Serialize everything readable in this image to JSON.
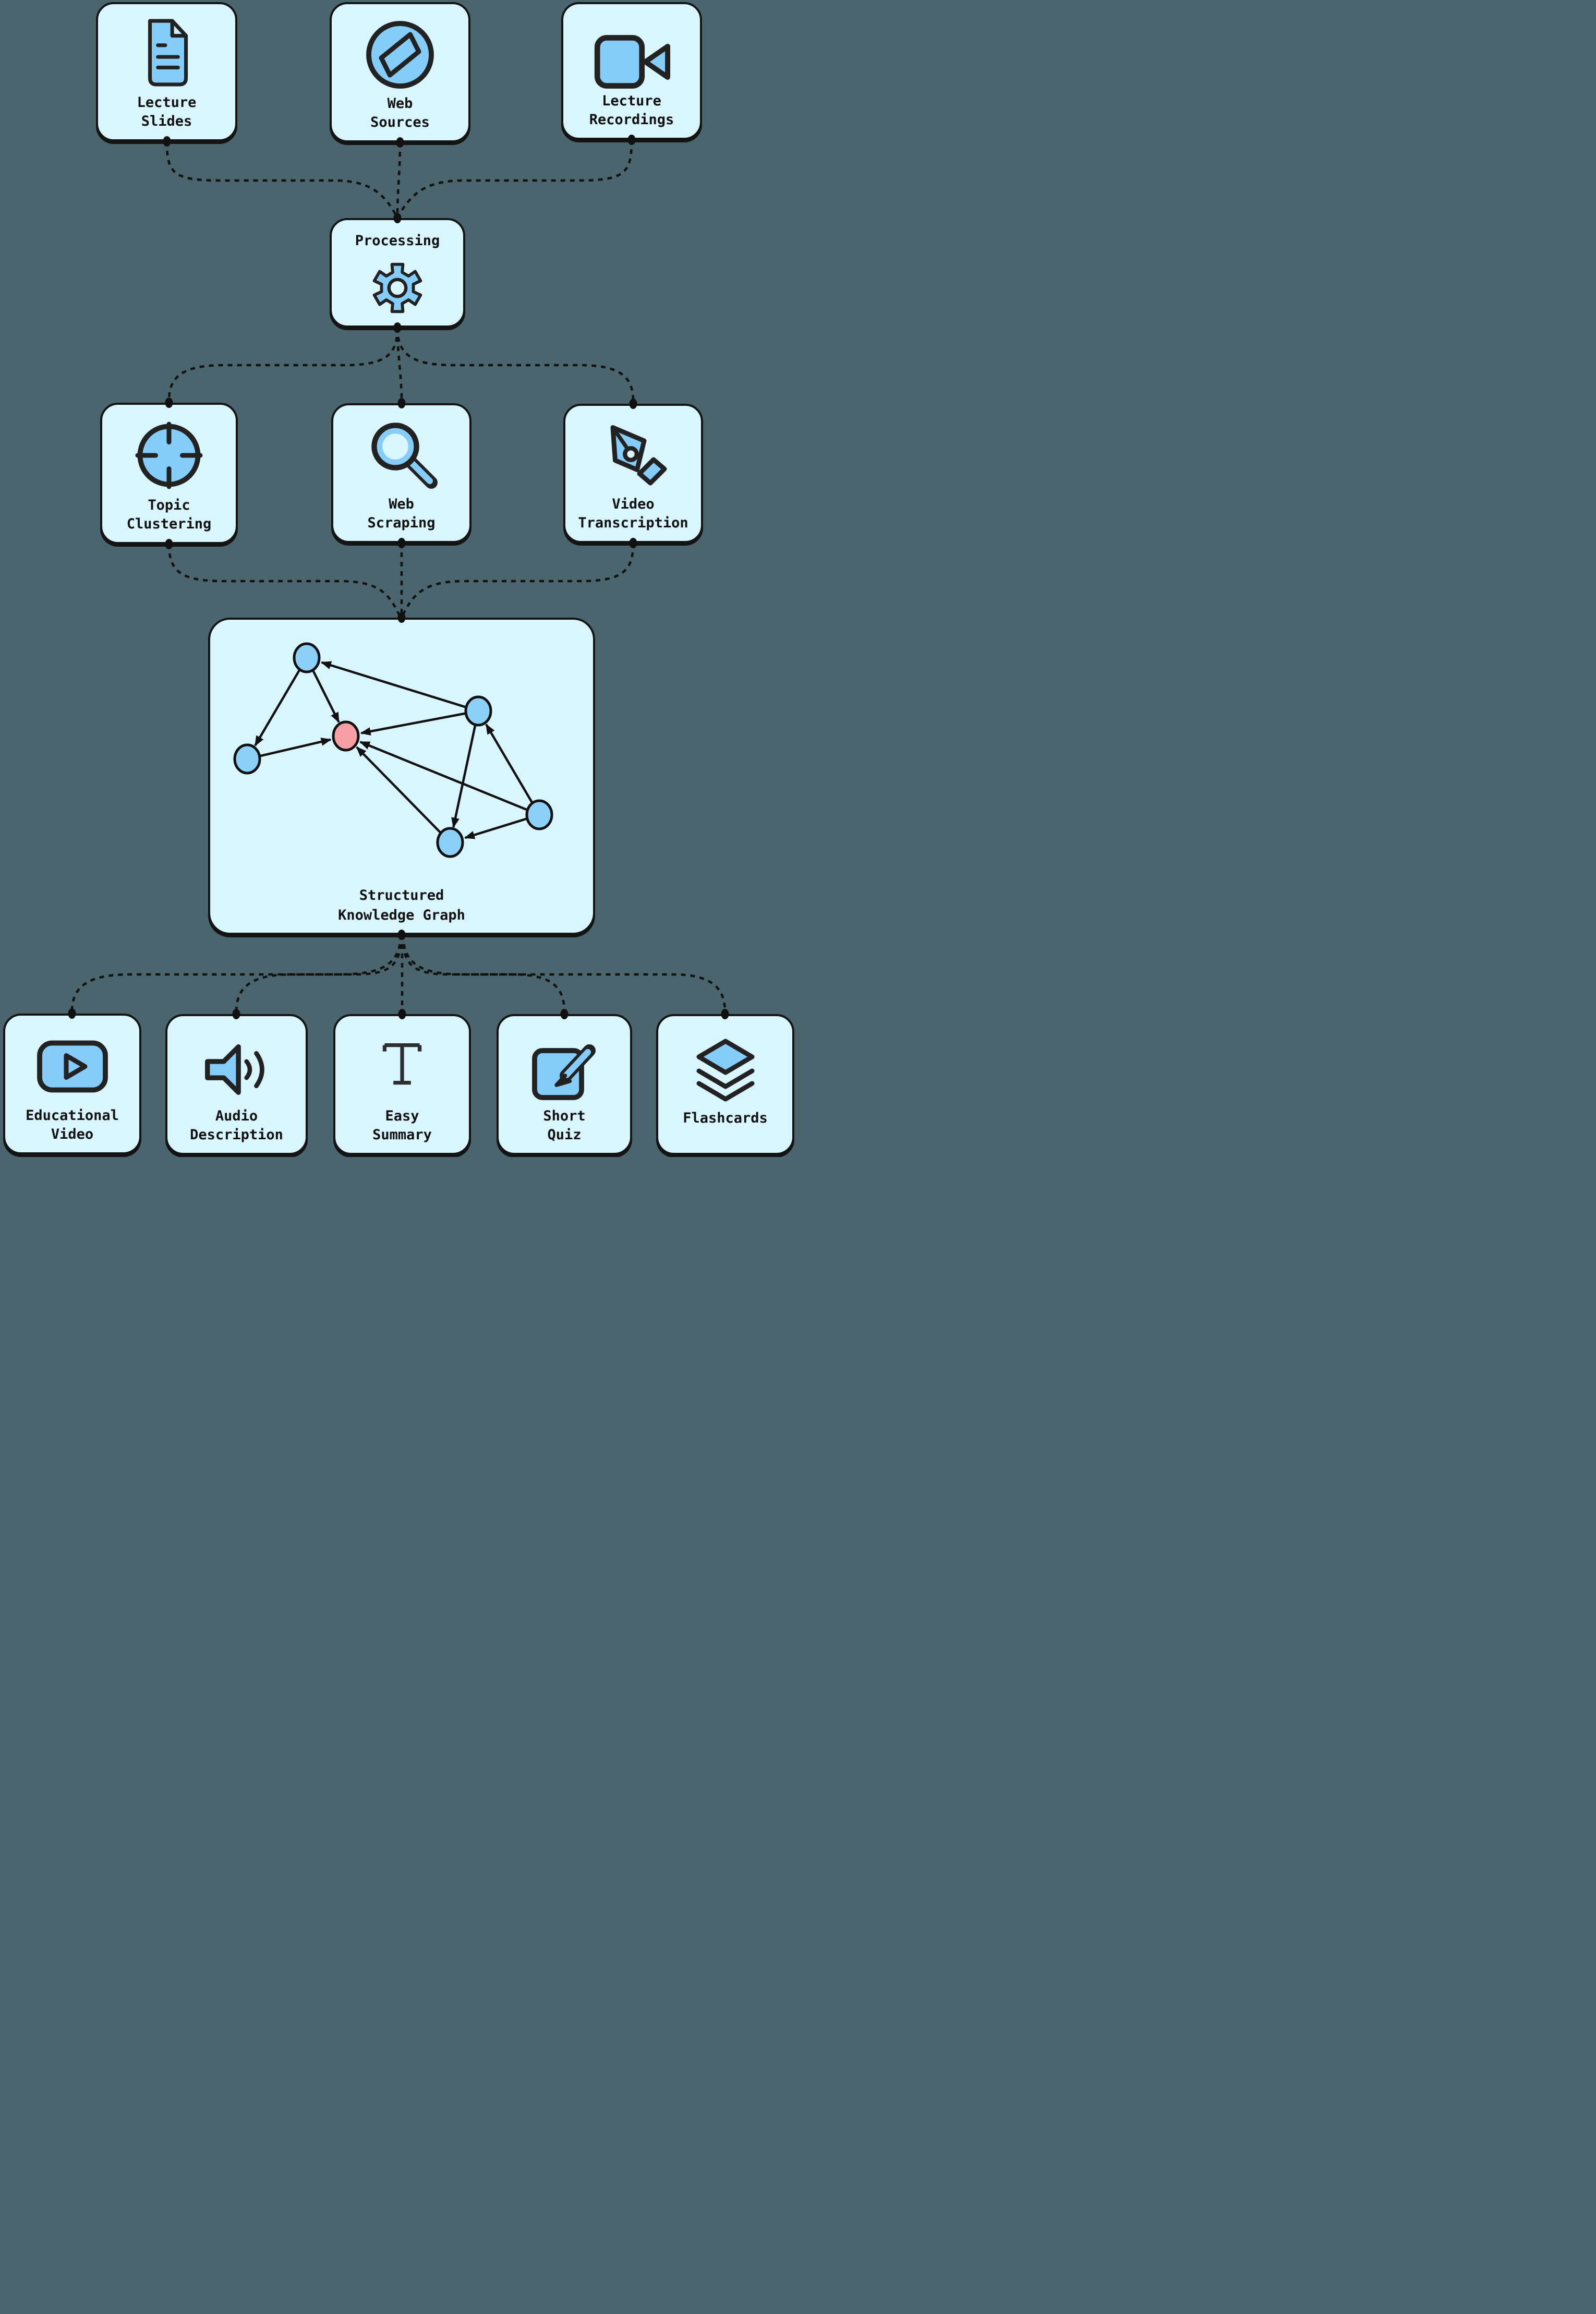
{
  "diagram_type": "flowchart",
  "colors": {
    "background": "#4a656e",
    "box_fill": "#d9f6fe",
    "box_border": "#141414",
    "icon_blue": "#86ccf8",
    "icon_light": "#cdeffd",
    "graph_node_blue": "#8dd0f7",
    "graph_node_red": "#f89fa5",
    "line": "#111111"
  },
  "boxes": {
    "lecture_slides": {
      "label": "Lecture\nSlides",
      "icon": "document-icon"
    },
    "web_sources": {
      "label": "Web\nSources",
      "icon": "compass-icon"
    },
    "lecture_recordings": {
      "label": "Lecture\nRecordings",
      "icon": "video-camera-icon"
    },
    "processing": {
      "label": "Processing",
      "icon": "gear-icon"
    },
    "topic_clustering": {
      "label": "Topic\nClustering",
      "icon": "target-icon"
    },
    "web_scraping": {
      "label": "Web\nScraping",
      "icon": "magnifier-icon"
    },
    "video_transcription": {
      "label": "Video\nTranscription",
      "icon": "pen-nib-icon"
    },
    "knowledge_graph": {
      "label": "Structured\nKnowledge Graph",
      "icon": "network-graph"
    },
    "educational_video": {
      "label": "Educational\nVideo",
      "icon": "play-video-icon"
    },
    "audio_description": {
      "label": "Audio\nDescription",
      "icon": "speaker-icon"
    },
    "easy_summary": {
      "label": "Easy\nSummary",
      "icon": "text-icon"
    },
    "short_quiz": {
      "label": "Short\nQuiz",
      "icon": "edit-icon"
    },
    "flashcards": {
      "label": "Flashcards",
      "icon": "layers-icon"
    }
  },
  "connections": [
    {
      "from": "lecture_slides",
      "to": "processing",
      "style": "dashed"
    },
    {
      "from": "web_sources",
      "to": "processing",
      "style": "dashed"
    },
    {
      "from": "lecture_recordings",
      "to": "processing",
      "style": "dashed"
    },
    {
      "from": "processing",
      "to": "topic_clustering",
      "style": "dashed"
    },
    {
      "from": "processing",
      "to": "web_scraping",
      "style": "dashed"
    },
    {
      "from": "processing",
      "to": "video_transcription",
      "style": "dashed"
    },
    {
      "from": "topic_clustering",
      "to": "knowledge_graph",
      "style": "dashed"
    },
    {
      "from": "web_scraping",
      "to": "knowledge_graph",
      "style": "dashed"
    },
    {
      "from": "video_transcription",
      "to": "knowledge_graph",
      "style": "dashed"
    },
    {
      "from": "knowledge_graph",
      "to": "educational_video",
      "style": "dashed"
    },
    {
      "from": "knowledge_graph",
      "to": "audio_description",
      "style": "dashed"
    },
    {
      "from": "knowledge_graph",
      "to": "easy_summary",
      "style": "dashed"
    },
    {
      "from": "knowledge_graph",
      "to": "short_quiz",
      "style": "dashed"
    },
    {
      "from": "knowledge_graph",
      "to": "flashcards",
      "style": "dashed"
    }
  ],
  "knowledge_graph_data": {
    "nodes": [
      {
        "id": "top",
        "color": "blue"
      },
      {
        "id": "right",
        "color": "blue"
      },
      {
        "id": "center",
        "color": "red"
      },
      {
        "id": "left",
        "color": "blue"
      },
      {
        "id": "bottom_right",
        "color": "blue"
      },
      {
        "id": "bottom",
        "color": "blue"
      }
    ],
    "edges": [
      [
        "top",
        "left"
      ],
      [
        "top",
        "center"
      ],
      [
        "right",
        "top"
      ],
      [
        "right",
        "center"
      ],
      [
        "right",
        "bottom"
      ],
      [
        "left",
        "center"
      ],
      [
        "bottom",
        "center"
      ],
      [
        "bottom_right",
        "center"
      ],
      [
        "bottom_right",
        "bottom"
      ],
      [
        "bottom_right",
        "right"
      ]
    ]
  }
}
